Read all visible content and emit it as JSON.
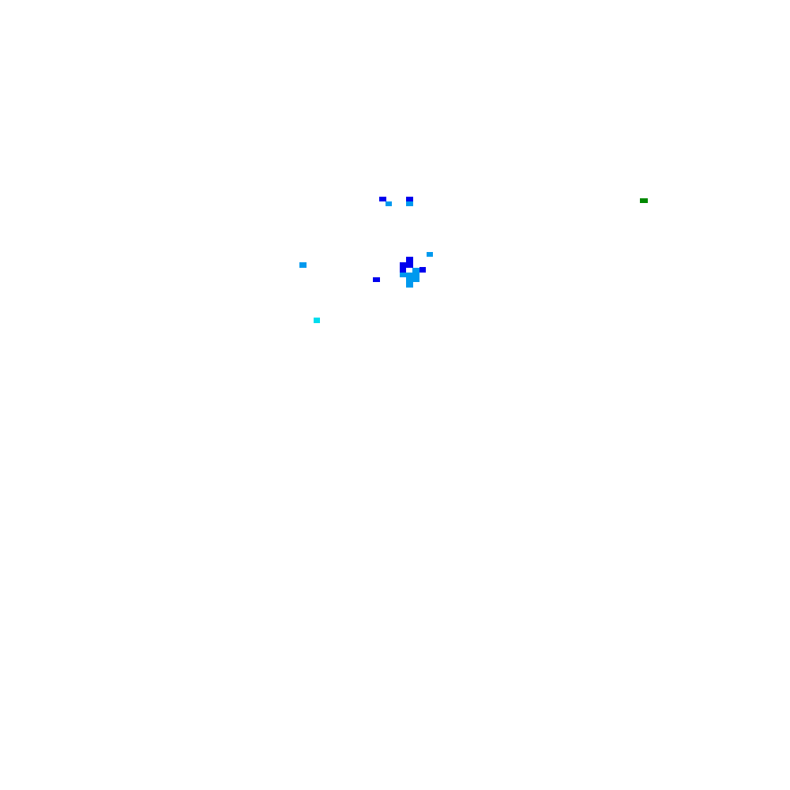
{
  "colors": {
    "blue": "#0000ee",
    "light_blue": "#0099ee",
    "cyan": "#00ddee",
    "green": "#008800",
    "background": "#ffffff"
  },
  "marks": [
    {
      "id": "p1",
      "color": "blue"
    },
    {
      "id": "p2",
      "color": "light_blue"
    },
    {
      "id": "p3",
      "color": "blue"
    },
    {
      "id": "p4",
      "color": "light_blue"
    },
    {
      "id": "p5",
      "color": "green"
    },
    {
      "id": "p6",
      "color": "light_blue"
    },
    {
      "id": "p7",
      "color": "blue"
    },
    {
      "id": "p8",
      "color": "blue"
    },
    {
      "id": "p9",
      "color": "blue"
    },
    {
      "id": "p10",
      "color": "light_blue"
    },
    {
      "id": "p11",
      "color": "blue"
    },
    {
      "id": "p12",
      "color": "light_blue"
    },
    {
      "id": "p13",
      "color": "light_blue"
    },
    {
      "id": "p14",
      "color": "light_blue"
    },
    {
      "id": "p15",
      "color": "blue"
    },
    {
      "id": "p16",
      "color": "light_blue"
    },
    {
      "id": "p17",
      "color": "cyan"
    }
  ]
}
